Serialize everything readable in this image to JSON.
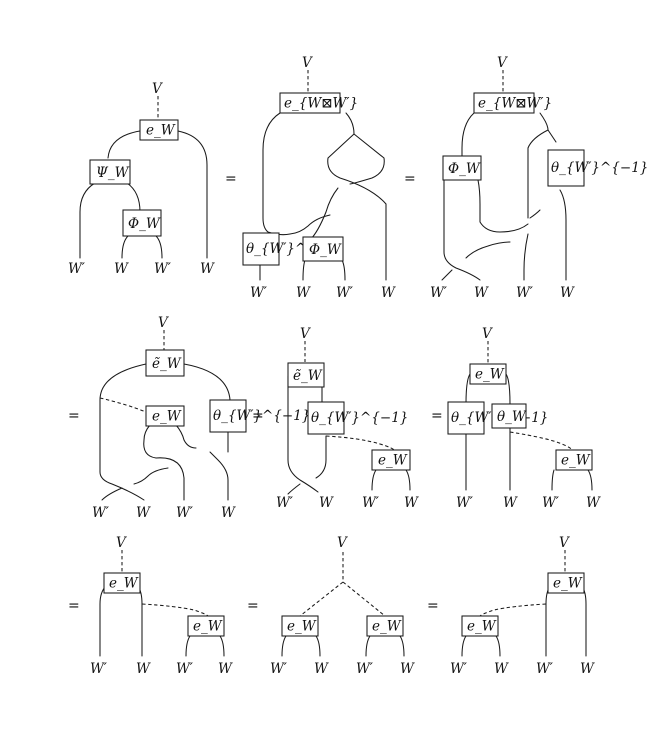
{
  "labels": {
    "V": "V",
    "W": "W",
    "Wp": "W′",
    "equals": "="
  },
  "boxes": {
    "eW": "e_W",
    "eWW": "e_{W⊠W′}",
    "eWtilde": "ẽ_W",
    "PsiW": "Ψ_W",
    "PhiW": "Φ_W",
    "thetaW": "θ_W",
    "thetaWpInv": "θ_{W′}^{−1}"
  }
}
